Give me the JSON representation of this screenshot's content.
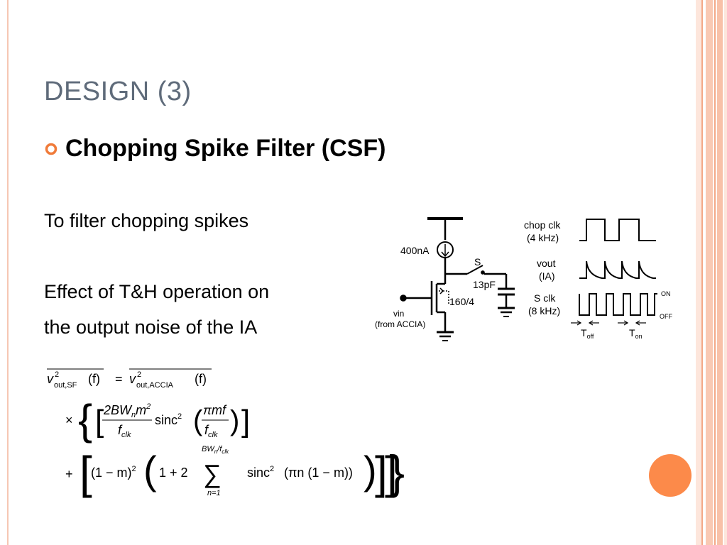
{
  "slide": {
    "title": "DESIGN (3)",
    "bullet": "Chopping Spike Filter (CSF)",
    "line1": "To filter chopping spikes",
    "line2": "Effect of T&H operation on",
    "line3": "the output noise of the IA"
  },
  "circuit": {
    "current_source": "400nA",
    "switch": "S",
    "capacitor": "13pF",
    "transistor": "160/4",
    "input_label": "vin",
    "input_source": "(from ACCIA)",
    "chop_clk": "chop clk",
    "chop_freq": "(4 kHz)",
    "vout": "vout",
    "vout_src": "(IA)",
    "s_clk": "S clk",
    "s_freq": "(8 kHz)",
    "on": "ON",
    "off": "OFF",
    "t_off": "T",
    "t_off_sub": "off",
    "t_on": "T",
    "t_on_sub": "on"
  },
  "equation": {
    "v": "v",
    "sq": "2",
    "out_sf": "out,SF",
    "out_accia": "out,ACCIA",
    "f_arg": "(f)",
    "eq": "=",
    "times": "×",
    "plus": "+",
    "num1": "2BW",
    "num1_n": "n",
    "num1_m": "m",
    "num1_m_sq": "2",
    "f": "f",
    "clk": "clk",
    "sinc": "sinc",
    "num2": "πmf",
    "one_minus_m": "(1 − m)",
    "one_plus_two": "1 + 2",
    "sum": "∑",
    "sum_top": "BW",
    "sum_top_n": "n",
    "sum_top_f": "/f",
    "sum_top_clk": "clk",
    "sum_bottom": "n=1",
    "sinc_arg": "(πn (1 − m))"
  },
  "colors": {
    "accent": "#fc8a4a",
    "stripe_light": "#fbd5c4",
    "stripe_mid": "#f6b79a",
    "title": "#5f6b7a",
    "bullet_ring": "#f07b3a"
  }
}
